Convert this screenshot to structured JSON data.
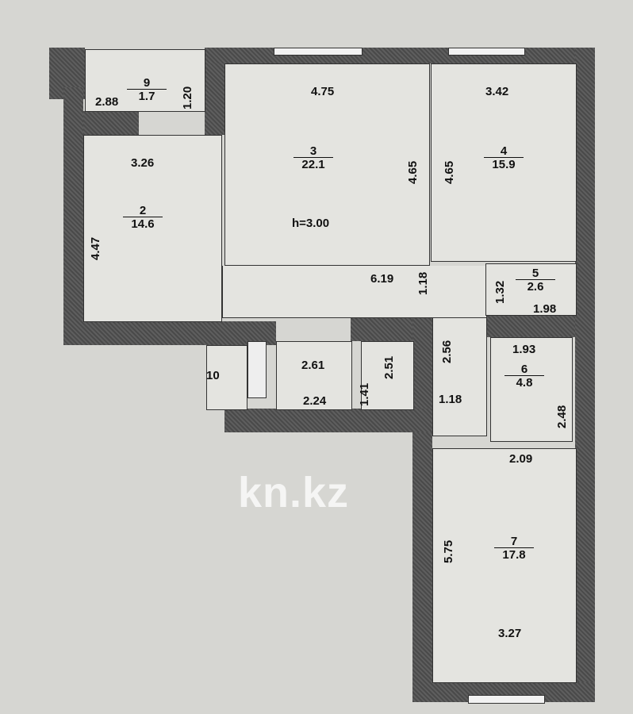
{
  "watermark": "kn.kz",
  "ceiling_height": "h=3.00",
  "rooms": [
    {
      "number": "9",
      "area": "1.7",
      "dims": [
        "2.88",
        "1.20"
      ]
    },
    {
      "number": "2",
      "area": "14.6",
      "dims": [
        "3.26",
        "4.47"
      ]
    },
    {
      "number": "3",
      "area": "22.1",
      "dims": [
        "4.75",
        "4.65"
      ]
    },
    {
      "number": "4",
      "area": "15.9",
      "dims": [
        "3.42",
        "4.65"
      ]
    },
    {
      "number": "5",
      "area": "2.6",
      "dims": [
        "1.32",
        "1.98"
      ]
    },
    {
      "number": "6",
      "area": "4.8",
      "dims": [
        "1.93",
        "2.48"
      ]
    },
    {
      "number": "7",
      "area": "17.8",
      "dims": [
        "5.75",
        "3.27",
        "2.09"
      ]
    }
  ],
  "corridor": {
    "dims": [
      "6.19",
      "1.18",
      "2.56",
      "1.18"
    ]
  },
  "small_rooms": {
    "closet_area": "10",
    "bath_label": "2.61",
    "bath_width": "2.24",
    "wc_label": "2.51",
    "wc_dim": "1.41"
  }
}
